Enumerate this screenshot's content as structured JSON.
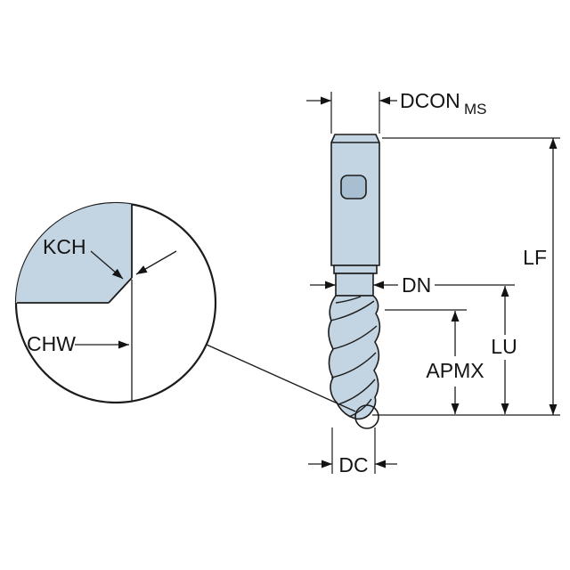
{
  "diagram": {
    "type": "technical-tool-dimension-drawing",
    "labels": {
      "dcon": "DCON",
      "ms": "MS",
      "lf": "LF",
      "dn": "DN",
      "lu": "LU",
      "apmx": "APMX",
      "dc": "DC",
      "kch": "KCH",
      "chw": "CHW"
    },
    "colors": {
      "tool_fill": "#c3d5e2",
      "hole_fill": "#a7bfd0",
      "outline": "#1c1c1c",
      "background": "#ffffff"
    }
  }
}
